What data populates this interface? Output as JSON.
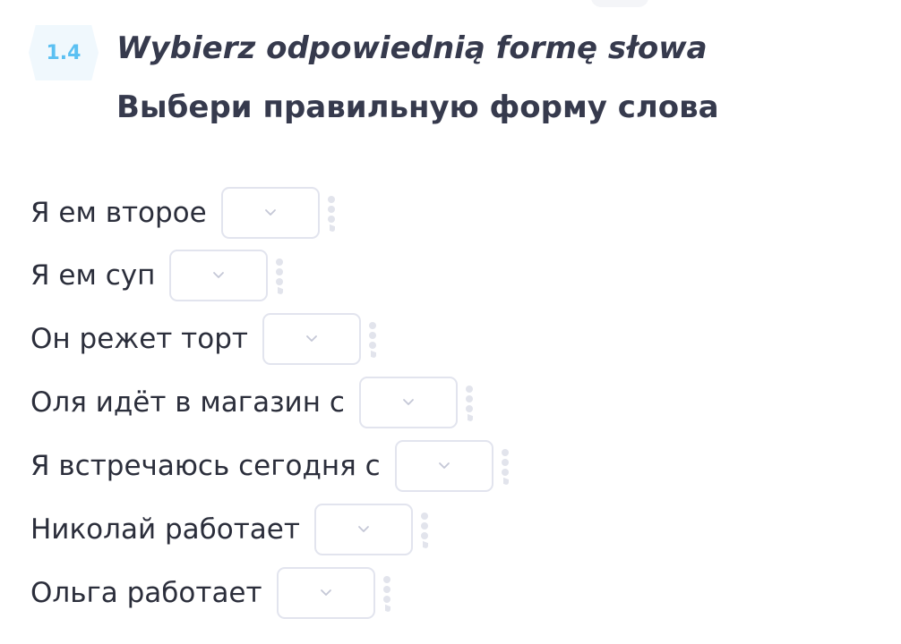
{
  "exercise": {
    "number": "1.4",
    "title_pl": "Wybierz odpowiednią formę słowa",
    "title_ru": "Выбери правильную форму слова"
  },
  "rows": [
    {
      "text": "Я ем второе",
      "selected": ""
    },
    {
      "text": "Я ем суп",
      "selected": ""
    },
    {
      "text": "Он режет торт",
      "selected": ""
    },
    {
      "text": "Оля идёт в магазин с",
      "selected": ""
    },
    {
      "text": "Я встречаюсь сегодня с",
      "selected": ""
    },
    {
      "text": "Николай работает",
      "selected": ""
    },
    {
      "text": "Ольга работает",
      "selected": ""
    }
  ],
  "icons": {
    "dropdown": "chevron-down-icon",
    "handle": "drag-handle-icon"
  },
  "colors": {
    "badge_text": "#5bc0f2",
    "badge_bg": "#f0f8fd",
    "title": "#363a4d",
    "text": "#2b2e3b",
    "border": "#e2e4ee",
    "handle": "#e2e4ec"
  }
}
